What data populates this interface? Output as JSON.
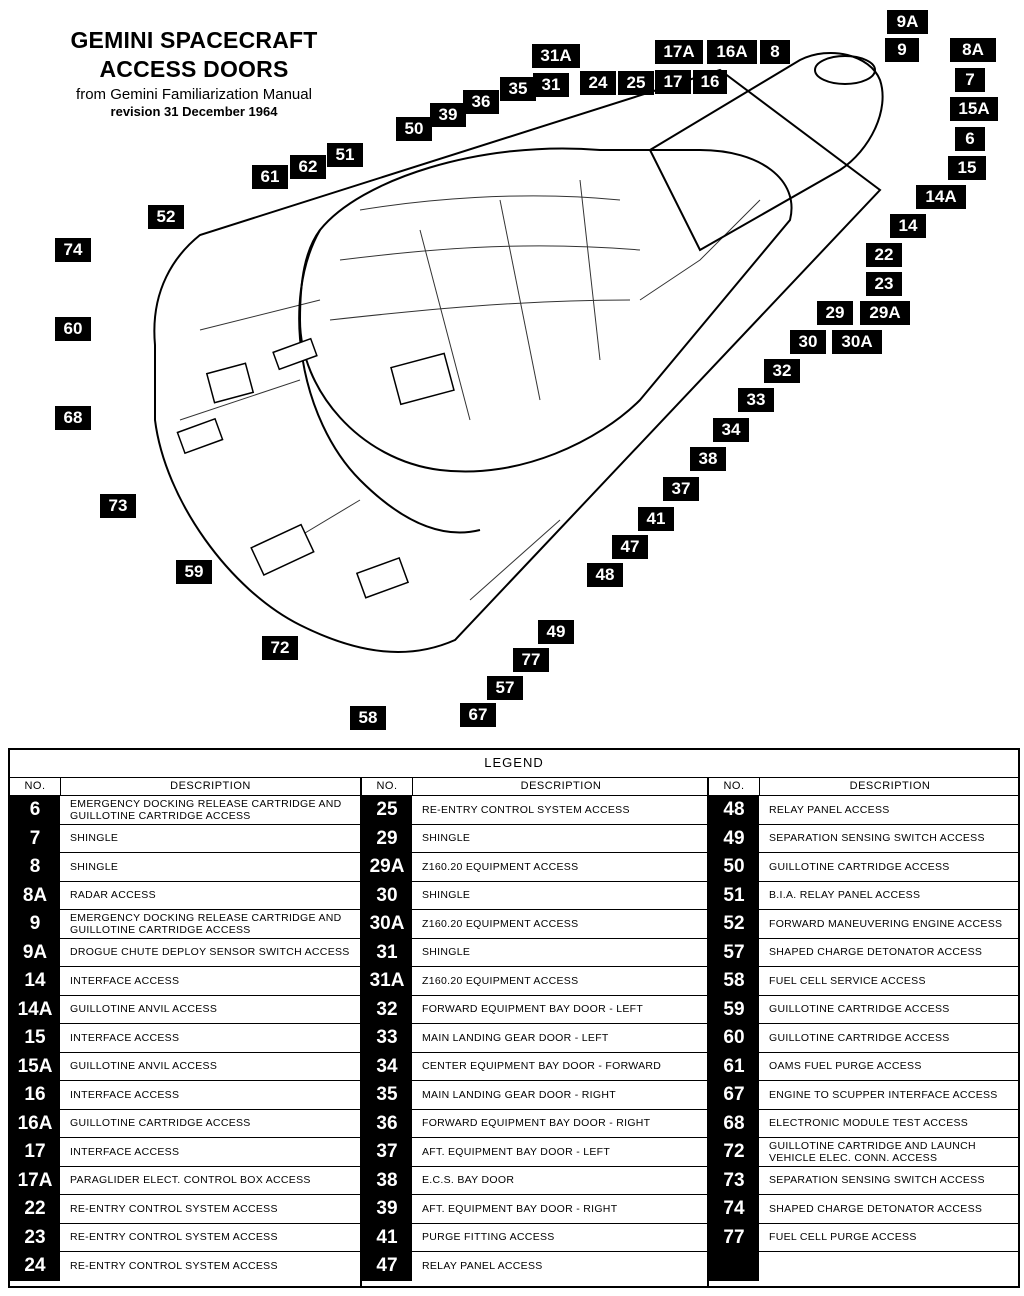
{
  "title": {
    "line1": "GEMINI SPACECRAFT",
    "line2": "ACCESS DOORS",
    "line3": "from Gemini Familiarization Manual",
    "line4": "revision 31 December 1964"
  },
  "callouts": [
    "9A",
    "9",
    "8A",
    "7",
    "15A",
    "6",
    "15",
    "14A",
    "14",
    "22",
    "23",
    "29",
    "29A",
    "30",
    "30A",
    "32",
    "33",
    "34",
    "38",
    "37",
    "41",
    "47",
    "48",
    "49",
    "77",
    "57",
    "67",
    "58",
    "72",
    "59",
    "73",
    "68",
    "60",
    "74",
    "52",
    "61",
    "62",
    "51",
    "50",
    "39",
    "36",
    "35",
    "31A",
    "31",
    "24",
    "25",
    "17A",
    "17",
    "16A",
    "16",
    "8"
  ],
  "legend": {
    "title": "LEGEND",
    "no_header": "NO.",
    "desc_header": "DESCRIPTION",
    "columns": [
      [
        {
          "no": "6",
          "desc": "Emergency docking release cartridge and guillotine cartridge access"
        },
        {
          "no": "7",
          "desc": "Shingle"
        },
        {
          "no": "8",
          "desc": "Shingle"
        },
        {
          "no": "8A",
          "desc": "Radar access"
        },
        {
          "no": "9",
          "desc": "Emergency docking release cartridge and guillotine cartridge access"
        },
        {
          "no": "9A",
          "desc": "Drogue chute deploy sensor switch access"
        },
        {
          "no": "14",
          "desc": "Interface access"
        },
        {
          "no": "14A",
          "desc": "Guillotine anvil access"
        },
        {
          "no": "15",
          "desc": "Interface access"
        },
        {
          "no": "15A",
          "desc": "Guillotine anvil access"
        },
        {
          "no": "16",
          "desc": "Interface access"
        },
        {
          "no": "16A",
          "desc": "Guillotine cartridge access"
        },
        {
          "no": "17",
          "desc": "Interface access"
        },
        {
          "no": "17A",
          "desc": "Paraglider elect. control box access"
        },
        {
          "no": "22",
          "desc": "Re-entry control system access"
        },
        {
          "no": "23",
          "desc": "Re-entry control system access"
        },
        {
          "no": "24",
          "desc": "Re-entry control system access"
        }
      ],
      [
        {
          "no": "25",
          "desc": "Re-entry control system access"
        },
        {
          "no": "29",
          "desc": "Shingle"
        },
        {
          "no": "29A",
          "desc": "Z160.20 equipment access"
        },
        {
          "no": "30",
          "desc": "Shingle"
        },
        {
          "no": "30A",
          "desc": "Z160.20 equipment access"
        },
        {
          "no": "31",
          "desc": "Shingle"
        },
        {
          "no": "31A",
          "desc": "Z160.20 equipment access"
        },
        {
          "no": "32",
          "desc": "Forward equipment bay door - left"
        },
        {
          "no": "33",
          "desc": "Main landing gear door - left"
        },
        {
          "no": "34",
          "desc": "Center equipment bay door - forward"
        },
        {
          "no": "35",
          "desc": "Main landing gear door - right"
        },
        {
          "no": "36",
          "desc": "Forward equipment bay door - right"
        },
        {
          "no": "37",
          "desc": "Aft. equipment bay door - left"
        },
        {
          "no": "38",
          "desc": "E.C.S. bay door"
        },
        {
          "no": "39",
          "desc": "Aft. equipment bay door - right"
        },
        {
          "no": "41",
          "desc": "Purge fitting access"
        },
        {
          "no": "47",
          "desc": "Relay panel access"
        }
      ],
      [
        {
          "no": "48",
          "desc": "Relay panel access"
        },
        {
          "no": "49",
          "desc": "Separation sensing switch access"
        },
        {
          "no": "50",
          "desc": "Guillotine cartridge access"
        },
        {
          "no": "51",
          "desc": "B.I.A. relay panel access"
        },
        {
          "no": "52",
          "desc": "Forward maneuvering engine access"
        },
        {
          "no": "57",
          "desc": "Shaped charge detonator access"
        },
        {
          "no": "58",
          "desc": "Fuel cell service access"
        },
        {
          "no": "59",
          "desc": "Guillotine cartridge access"
        },
        {
          "no": "60",
          "desc": "Guillotine cartridge access"
        },
        {
          "no": "61",
          "desc": "OAMS fuel purge access"
        },
        {
          "no": "67",
          "desc": "Engine to scupper interface access"
        },
        {
          "no": "68",
          "desc": "Electronic module test access"
        },
        {
          "no": "72",
          "desc": "Guillotine cartridge and launch vehicle elec. conn. access"
        },
        {
          "no": "73",
          "desc": "Separation sensing switch access"
        },
        {
          "no": "74",
          "desc": "Shaped charge detonator access"
        },
        {
          "no": "77",
          "desc": "Fuel cell purge access"
        },
        {
          "no": "",
          "desc": ""
        }
      ]
    ]
  }
}
